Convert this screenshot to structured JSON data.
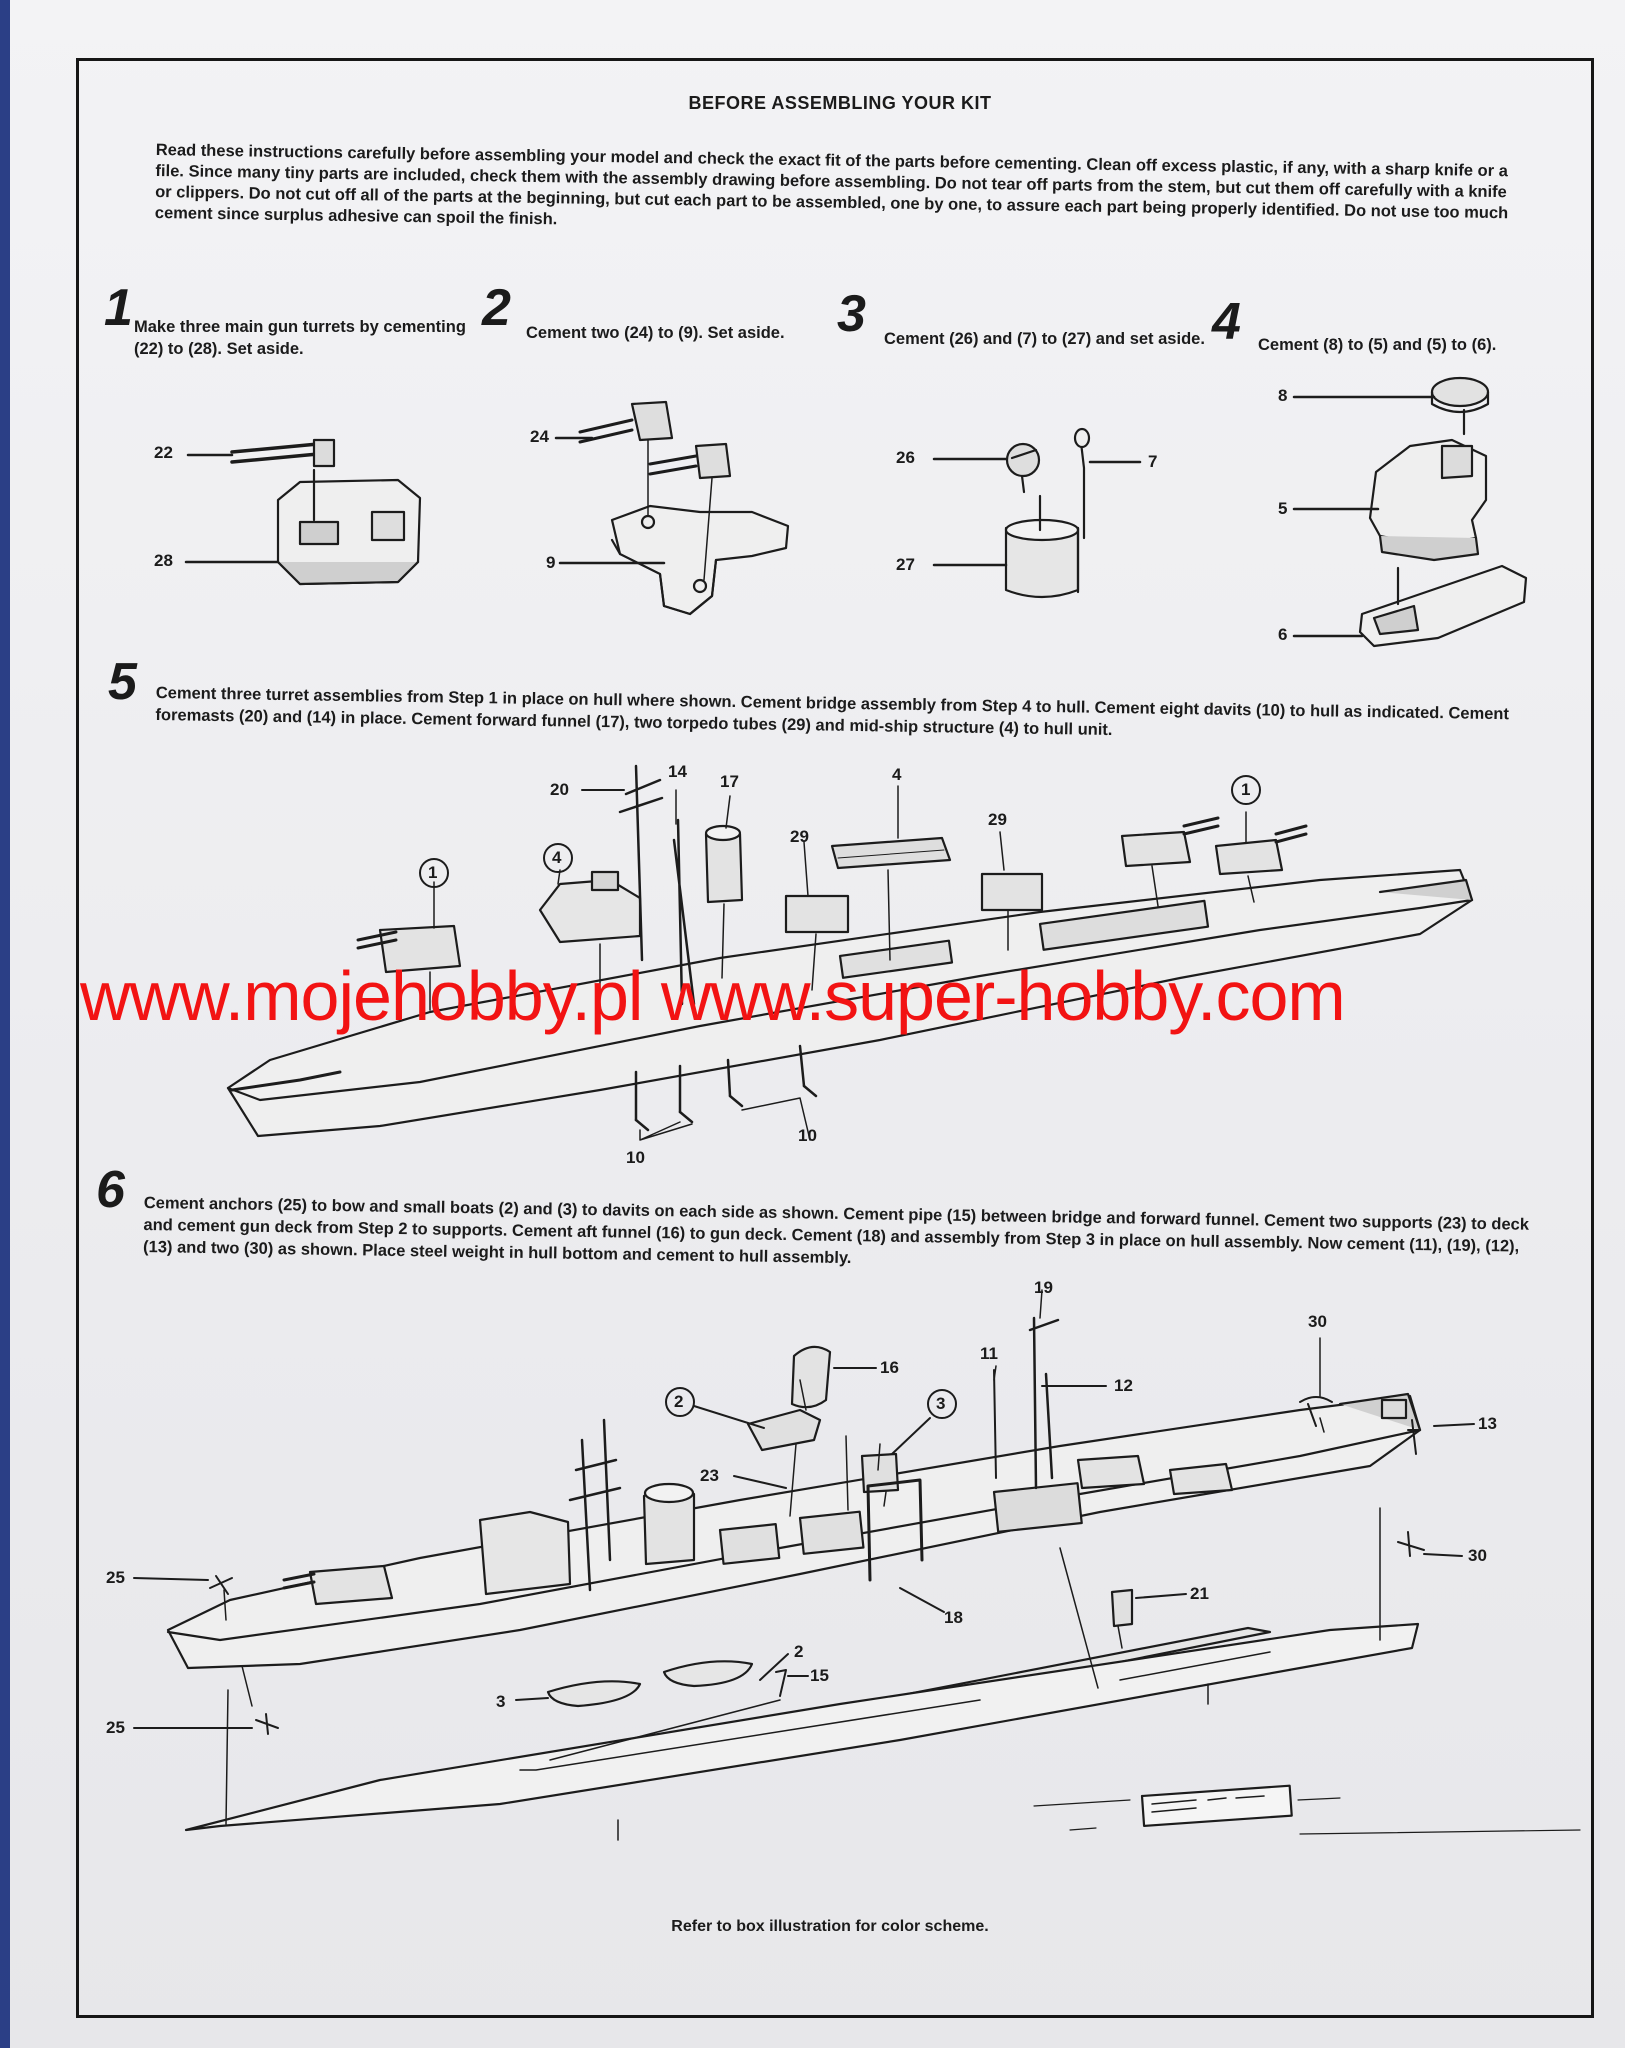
{
  "title": "BEFORE ASSEMBLING YOUR KIT",
  "intro": "Read these instructions carefully before assembling your model and check the exact fit of the parts before cementing. Clean off excess plastic, if any, with a sharp knife or a file. Since many tiny parts are included, check them with the assembly drawing before assembling. Do not tear off parts from the stem, but cut them off carefully with a knife or clippers. Do not cut off all of the parts at the beginning, but cut each part to be assembled, one by one, to assure each part being properly identified. Do not use too much cement since surplus adhesive can spoil the finish.",
  "steps": [
    {
      "number": "1",
      "text": "Make three main gun turrets by cementing (22) to (28). Set aside.",
      "parts": [
        "22",
        "28"
      ]
    },
    {
      "number": "2",
      "text": "Cement two (24) to (9). Set aside.",
      "parts": [
        "24",
        "9"
      ]
    },
    {
      "number": "3",
      "text": "Cement (26) and (7) to (27) and set aside.",
      "parts": [
        "26",
        "7",
        "27"
      ]
    },
    {
      "number": "4",
      "text": "Cement (8) to (5) and (5) to (6).",
      "parts": [
        "8",
        "5",
        "6"
      ]
    },
    {
      "number": "5",
      "text": "Cement three turret assemblies from Step 1 in place on hull where shown. Cement bridge assembly from Step 4 to hull. Cement eight davits (10) to hull as indicated. Cement foremasts (20) and (14) in place. Cement forward funnel (17), two torpedo tubes (29) and mid-ship structure (4) to hull unit.",
      "callouts": [
        "20",
        "14",
        "17",
        "4",
        "29",
        "29",
        "1",
        "1",
        "4",
        "10",
        "10"
      ]
    },
    {
      "number": "6",
      "text": "Cement anchors (25) to bow and small boats (2) and (3) to davits on each side as shown. Cement pipe (15) between bridge and forward funnel. Cement two supports (23) to deck and cement gun deck from Step 2 to supports. Cement aft funnel (16) to gun deck. Cement (18) and assembly from Step 3 in place on hull assembly. Now cement (11), (19), (12), (13) and two (30) as shown. Place steel weight in hull bottom and cement to hull assembly.",
      "callouts": [
        "19",
        "30",
        "11",
        "12",
        "16",
        "2",
        "3",
        "13",
        "23",
        "30",
        "25",
        "18",
        "21",
        "2",
        "15",
        "3",
        "25"
      ]
    }
  ],
  "footer": "Refer to box illustration for color scheme.",
  "watermark": "www.mojehobby.pl www.super-hobby.com"
}
